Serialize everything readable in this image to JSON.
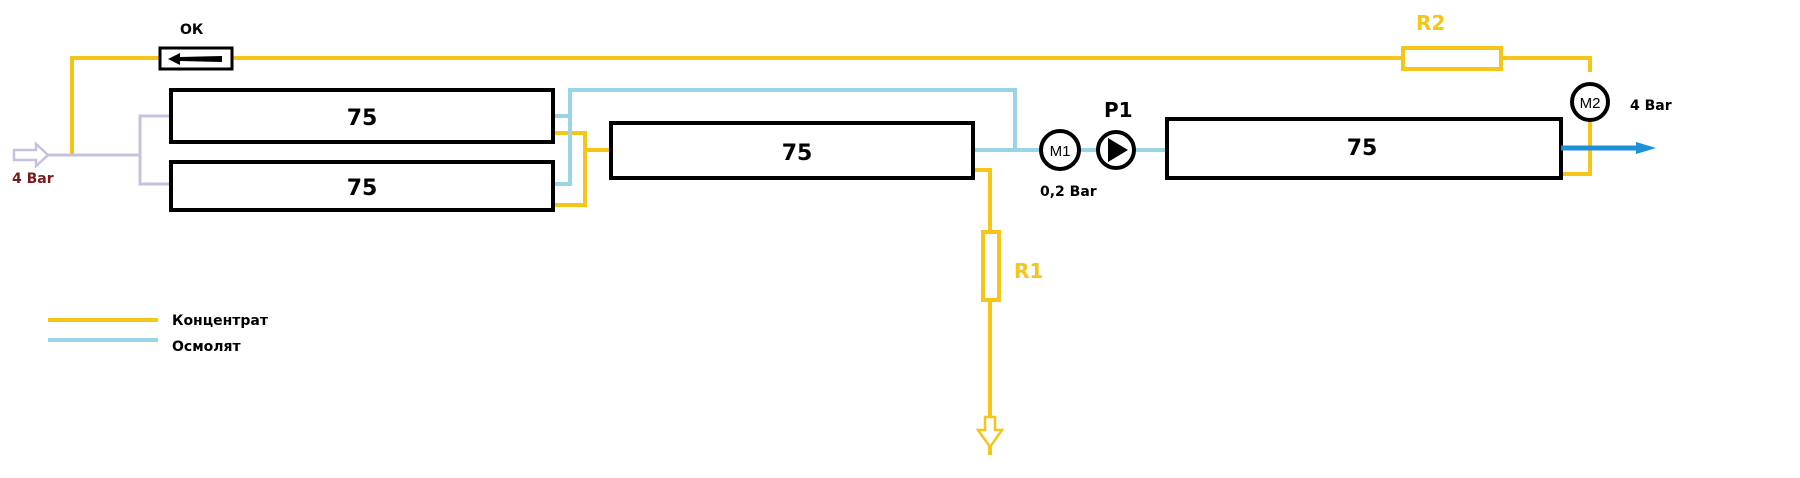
{
  "colors": {
    "concentrate": "#f5c518",
    "permeate": "#99d5e6",
    "feed": "#c8c0e0",
    "outlet": "#1e90d8",
    "inlet_label": "#7a1a1a",
    "stroke": "#000000"
  },
  "inlet": {
    "pressure_label": "4 Bar"
  },
  "check_valve": {
    "label": "ОК"
  },
  "modules": [
    {
      "label": "75"
    },
    {
      "label": "75"
    },
    {
      "label": "75"
    },
    {
      "label": "75"
    }
  ],
  "restrictors": {
    "r1": {
      "label": "R1"
    },
    "r2": {
      "label": "R2"
    }
  },
  "gauges": {
    "m1": {
      "label": "M1",
      "pressure_label": "0,2 Bar"
    },
    "m2": {
      "label": "M2",
      "pressure_label": "4 Bar"
    }
  },
  "pump": {
    "label": "P1"
  },
  "legend": {
    "concentrate_label": "Концентрат",
    "permeate_label": "Осмолят"
  }
}
